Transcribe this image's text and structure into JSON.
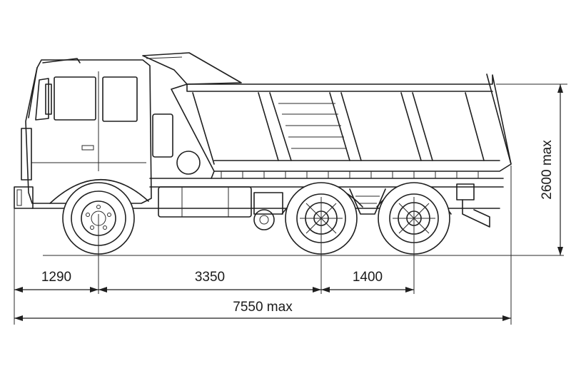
{
  "dimensions": {
    "front_overhang": "1290",
    "wheelbase": "3350",
    "rear_axle_spacing": "1400",
    "overall_length": "7550 max",
    "overall_height": "2600 max"
  },
  "colors": {
    "line": "#1f1f1f",
    "background": "#ffffff"
  }
}
